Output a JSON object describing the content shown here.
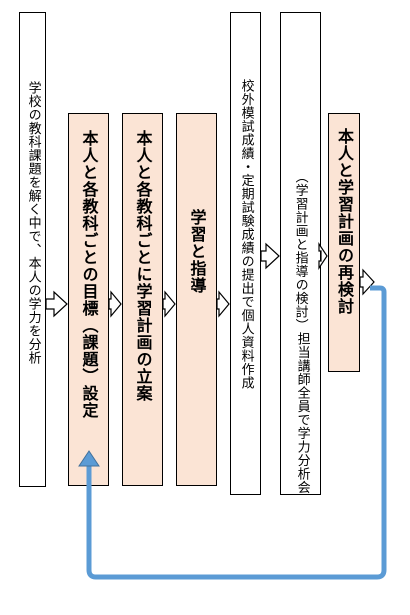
{
  "colors": {
    "peach_fill": "#fbe4d5",
    "white_fill": "#ffffff",
    "border": "#000000",
    "feedback_arrow": "#5b9bd5"
  },
  "steps": [
    {
      "text": "学校の教科課題を解く中で、本人の学力を分析"
    },
    {
      "text": "本人と各教科ごとの目標（課題）設定"
    },
    {
      "text": "本人と各教科ごとに学習計画の立案"
    },
    {
      "text": "学習と指導"
    },
    {
      "text": "校外模試成績・定期試験成績の提出で個人資料作成"
    },
    {
      "line1": "担当講師全員で学力分析会",
      "line2": "（学習計画と指導の検討）"
    },
    {
      "text": "本人と学習計画の再検討"
    }
  ]
}
